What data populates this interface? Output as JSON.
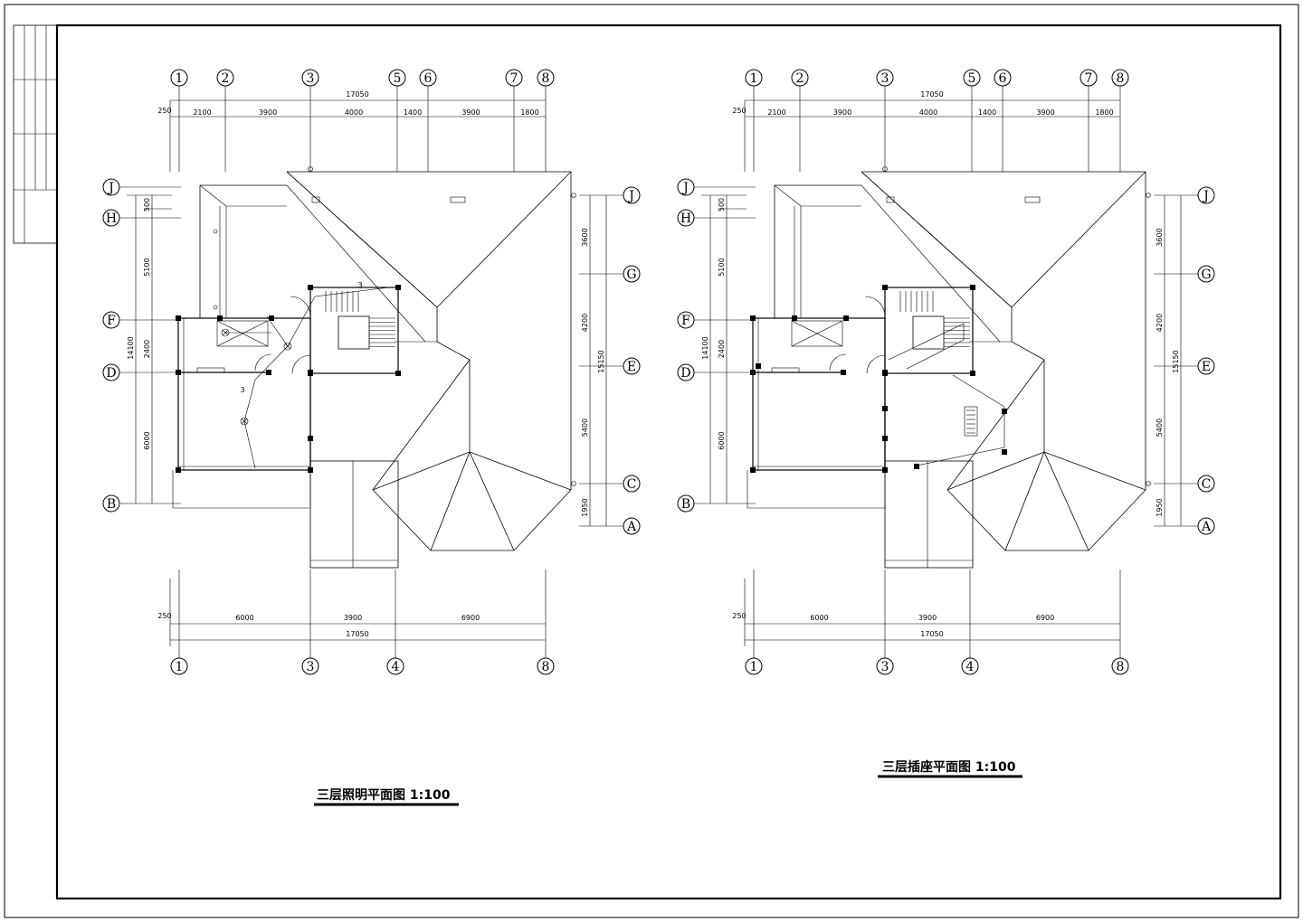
{
  "titles": {
    "left": "三层照明平面图  1:100",
    "right": "三层插座平面图  1:100"
  },
  "axes": {
    "top": [
      "1",
      "2",
      "3",
      "5",
      "6",
      "7",
      "8"
    ],
    "bottom": [
      "1",
      "3",
      "4",
      "8"
    ],
    "left": [
      "J",
      "H",
      "F",
      "D",
      "B"
    ],
    "right": [
      "J",
      "G",
      "E",
      "C",
      "A"
    ]
  },
  "dims": {
    "top_total": "17050",
    "top_offset": "250",
    "top_segments": [
      "2100",
      "3900",
      "4000",
      "1400",
      "3900",
      "1800"
    ],
    "bottom_total": "17050",
    "bottom_offset": "250",
    "bottom_segments_left": [
      "6000",
      "3900",
      "6900"
    ],
    "bottom_segments_right": [
      "6000",
      "3900",
      "6900"
    ],
    "left_total": "14100",
    "left_segments": [
      "500",
      "5100",
      "2400",
      "6000"
    ],
    "right_total_left": "15150",
    "right_total_right": "15150",
    "right_segments": [
      "3600",
      "4200",
      "5400",
      "1950"
    ]
  },
  "colors": {
    "line": "#000000",
    "background": "#ffffff"
  }
}
